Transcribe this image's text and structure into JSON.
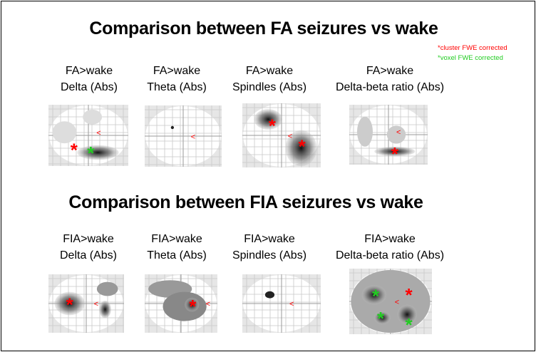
{
  "section1": {
    "title": "Comparison between FA seizures vs wake",
    "panels": [
      {
        "line1": "FA>wake",
        "line2": "Delta (Abs)"
      },
      {
        "line1": "FA>wake",
        "line2": "Theta (Abs)"
      },
      {
        "line1": "FA>wake",
        "line2": "Spindles (Abs)"
      },
      {
        "line1": "FA>wake",
        "line2": "Delta-beta ratio (Abs)"
      }
    ]
  },
  "section2": {
    "title": "Comparison between FIA seizures vs wake",
    "panels": [
      {
        "line1": "FIA>wake",
        "line2": "Delta (Abs)"
      },
      {
        "line1": "FIA>wake",
        "line2": "Theta (Abs)"
      },
      {
        "line1": "FIA>wake",
        "line2": "Spindles (Abs)"
      },
      {
        "line1": "FIA>wake",
        "line2": "Delta-beta ratio (Abs)"
      }
    ]
  },
  "legend": {
    "cluster": "*cluster FWE corrected",
    "voxel": "*voxel FWE corrected"
  },
  "colors": {
    "cluster": "#ff0000",
    "voxel": "#22cc22",
    "grid": "#c8c8c8",
    "bg": "#e6e6e6"
  }
}
